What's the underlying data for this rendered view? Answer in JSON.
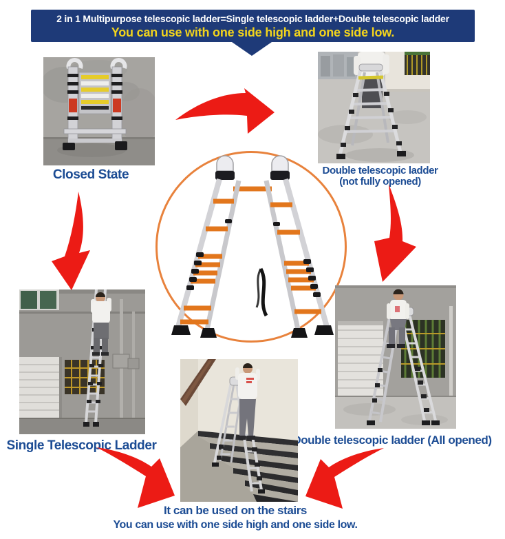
{
  "header": {
    "line1": "2 in 1 Multipurpose telescopic ladder=Single telescopic ladder+Double telescopic ladder",
    "line2": "You can use with one side high and one side low."
  },
  "captions": {
    "closed": "Closed State",
    "double_partial_line1": "Double telescopic ladder",
    "double_partial_line2": "(not fully opened)",
    "single": "Single Telescopic Ladder",
    "double_all": "Double telescopic ladder (All opened)",
    "stairs_line1": "It can be used on the stairs",
    "stairs_line2": "You can use with one side high and one side low."
  },
  "icons": {
    "arrows": [
      "curved-arrow-top-right-icon",
      "curved-arrow-left-down-icon",
      "curved-arrow-right-down-icon",
      "curved-arrow-bottom-left-icon",
      "curved-arrow-bottom-right-icon"
    ]
  },
  "colors": {
    "banner_bg": "#1e3a78",
    "banner_text": "#ffffff",
    "banner_highlight": "#f2d41c",
    "caption_text": "#1c4c94",
    "arrow_red": "#ec1b15",
    "circle_ring": "#e8823c"
  }
}
